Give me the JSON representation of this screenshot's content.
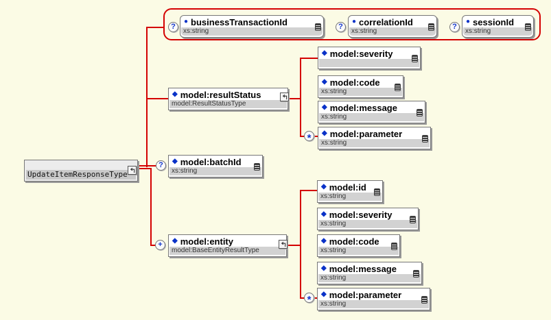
{
  "colors": {
    "background": "#fbfbe5",
    "connector_red": "#d40000",
    "bullet_blue": "#0a32c8",
    "strip_gray": "#d2d2d2"
  },
  "glyphs": {
    "optional": "?",
    "repeating": "*",
    "plus": "+",
    "diamond_bullet": "◆",
    "circle_bullet": "●"
  },
  "root": {
    "label": "UpdateItemResponseType"
  },
  "group": {
    "items": [
      {
        "name": "businessTransactionId",
        "type": "xs:string"
      },
      {
        "name": "correlationId",
        "type": "xs:string"
      },
      {
        "name": "sessionId",
        "type": "xs:string"
      }
    ]
  },
  "result_status": {
    "name": "model:resultStatus",
    "type": "model:ResultStatusType",
    "children": [
      {
        "name": "model:severity",
        "type": ""
      },
      {
        "name": "model:code",
        "type": "xs:string"
      },
      {
        "name": "model:message",
        "type": "xs:string"
      },
      {
        "name": "model:parameter",
        "type": "xs:string"
      }
    ]
  },
  "batch_id": {
    "name": "model:batchId",
    "type": "xs:string"
  },
  "entity": {
    "name": "model:entity",
    "type": "model:BaseEntityResultType",
    "children": [
      {
        "name": "model:id",
        "type": "xs:string"
      },
      {
        "name": "model:severity",
        "type": "xs:string"
      },
      {
        "name": "model:code",
        "type": "xs:string"
      },
      {
        "name": "model:message",
        "type": "xs:string"
      },
      {
        "name": "model:parameter",
        "type": "xs:string"
      }
    ]
  }
}
